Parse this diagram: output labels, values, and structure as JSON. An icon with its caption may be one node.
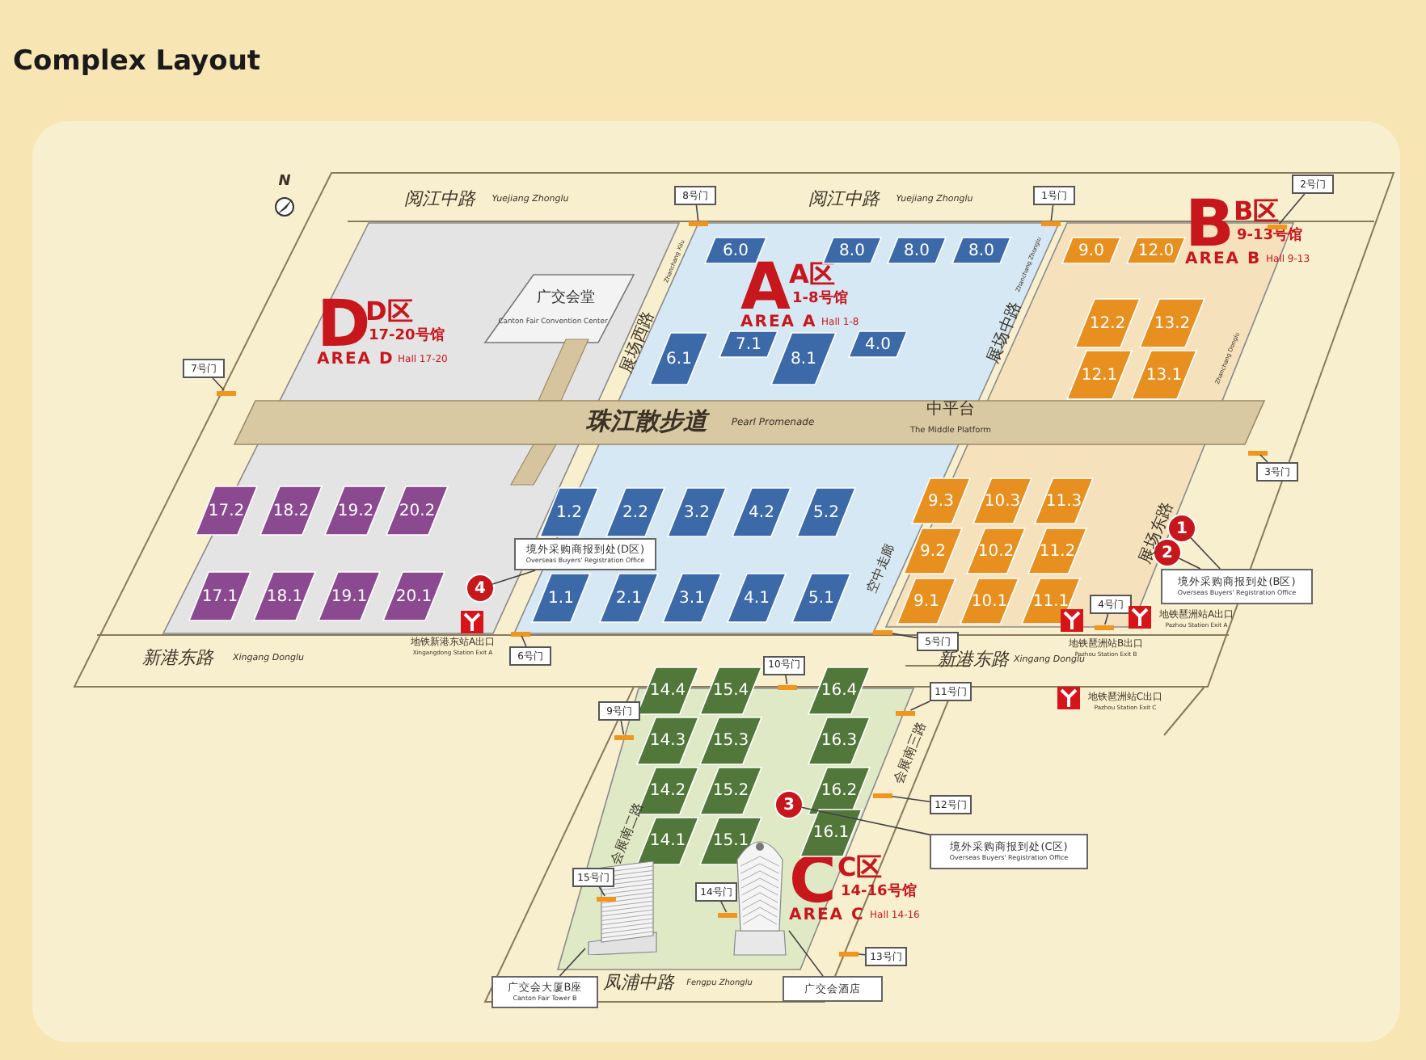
{
  "diagram": {
    "title": "Complex Layout",
    "nodes": [
      {
        "text": [
          "D",
          "D区",
          "17-20号馆",
          "AREA D",
          "Hall 17-20"
        ]
      },
      {
        "text": [
          "广交会堂",
          "Canton Fair Convention Center"
        ],
        "in": 0
      },
      {
        "text": [
          "17.2"
        ],
        "in": 0
      },
      {
        "text": [
          "18.2"
        ],
        "in": 0
      },
      {
        "text": [
          "19.2"
        ],
        "in": 0
      },
      {
        "text": [
          "20.2"
        ],
        "in": 0
      },
      {
        "text": [
          "17.1"
        ],
        "in": 0
      },
      {
        "text": [
          "18.1"
        ],
        "in": 0
      },
      {
        "text": [
          "19.1"
        ],
        "in": 0
      },
      {
        "text": [
          "20.1"
        ],
        "in": 0
      },
      {
        "text": [
          "A",
          "A区",
          "1-8号馆",
          "AREA A",
          "Hall 1-8"
        ]
      },
      {
        "text": [
          "6.0"
        ],
        "in": 10
      },
      {
        "text": [
          "8.0"
        ],
        "in": 10
      },
      {
        "text": [
          "8.0"
        ],
        "in": 10
      },
      {
        "text": [
          "8.0"
        ],
        "in": 10
      },
      {
        "text": [
          "6.1"
        ],
        "in": 10
      },
      {
        "text": [
          "7.1"
        ],
        "in": 10
      },
      {
        "text": [
          "8.1"
        ],
        "in": 10
      },
      {
        "text": [
          "4.0"
        ],
        "in": 10
      },
      {
        "text": [
          "1.2"
        ],
        "in": 10
      },
      {
        "text": [
          "2.2"
        ],
        "in": 10
      },
      {
        "text": [
          "3.2"
        ],
        "in": 10
      },
      {
        "text": [
          "4.2"
        ],
        "in": 10
      },
      {
        "text": [
          "5.2"
        ],
        "in": 10
      },
      {
        "text": [
          "1.1"
        ],
        "in": 10
      },
      {
        "text": [
          "2.1"
        ],
        "in": 10
      },
      {
        "text": [
          "3.1"
        ],
        "in": 10
      },
      {
        "text": [
          "4.1"
        ],
        "in": 10
      },
      {
        "text": [
          "5.1"
        ],
        "in": 10
      },
      {
        "text": [
          "B",
          "B区",
          "9-13号馆",
          "AREA B",
          "Hall 9-13"
        ]
      },
      {
        "text": [
          "9.0"
        ],
        "in": 29
      },
      {
        "text": [
          "12.0"
        ],
        "in": 29
      },
      {
        "text": [
          "12.2"
        ],
        "in": 29
      },
      {
        "text": [
          "13.2"
        ],
        "in": 29
      },
      {
        "text": [
          "12.1"
        ],
        "in": 29
      },
      {
        "text": [
          "13.1"
        ],
        "in": 29
      },
      {
        "text": [
          "9.3"
        ],
        "in": 29
      },
      {
        "text": [
          "10.3"
        ],
        "in": 29
      },
      {
        "text": [
          "11.3"
        ],
        "in": 29
      },
      {
        "text": [
          "9.2"
        ],
        "in": 29
      },
      {
        "text": [
          "10.2"
        ],
        "in": 29
      },
      {
        "text": [
          "11.2"
        ],
        "in": 29
      },
      {
        "text": [
          "9.1"
        ],
        "in": 29
      },
      {
        "text": [
          "10.1"
        ],
        "in": 29
      },
      {
        "text": [
          "11.1"
        ],
        "in": 29
      },
      {
        "text": [
          "C",
          "C区",
          "14-16号馆",
          "AREA C",
          "Hall 14-16"
        ]
      },
      {
        "text": [
          "14.4"
        ],
        "in": 45
      },
      {
        "text": [
          "15.4"
        ],
        "in": 45
      },
      {
        "text": [
          "16.4"
        ],
        "in": 45
      },
      {
        "text": [
          "14.3"
        ],
        "in": 45
      },
      {
        "text": [
          "15.3"
        ],
        "in": 45
      },
      {
        "text": [
          "16.3"
        ],
        "in": 45
      },
      {
        "text": [
          "14.2"
        ],
        "in": 45
      },
      {
        "text": [
          "15.2"
        ],
        "in": 45
      },
      {
        "text": [
          "16.2"
        ],
        "in": 45
      },
      {
        "text": [
          "14.1"
        ],
        "in": 45
      },
      {
        "text": [
          "15.1"
        ],
        "in": 45
      },
      {
        "text": [
          "16.1"
        ],
        "in": 45
      },
      {
        "text": [
          "珠江散步道",
          "Pearl Promenade",
          "中平台",
          "The Middle Platform"
        ]
      },
      {
        "text": [
          "1"
        ],
        "in": 29
      },
      {
        "text": [
          "2"
        ],
        "in": 29
      },
      {
        "text": [
          "境外采购商报到处(B区)",
          "Overseas Buyers' Registration Office"
        ],
        "in": 29
      },
      {
        "text": [
          "4"
        ],
        "in": 0
      },
      {
        "text": [
          "境外采购商报到处(D区)",
          "Overseas Buyers' Registration Office"
        ],
        "in": 10
      },
      {
        "text": [
          "3"
        ],
        "in": 45
      },
      {
        "text": [
          "境外采购商报到处(C区)",
          "Overseas Buyers' Registration Office"
        ]
      },
      {
        "text": [],
        "shape": "picture",
        "in": 45
      },
      {
        "text": [
          "广交会大厦B座",
          "Canton Fair Tower B"
        ]
      },
      {
        "text": [],
        "shape": "picture",
        "in": 45
      },
      {
        "text": [
          "广交会酒店"
        ]
      },
      {
        "text": [
          "8号门"
        ]
      },
      {
        "text": [
          "1号门"
        ]
      },
      {
        "text": [
          "2号门"
        ]
      },
      {
        "text": [
          "7号门"
        ],
        "in": 0
      },
      {
        "text": [
          "3号门"
        ],
        "in": 29
      },
      {
        "text": [
          "6号门"
        ]
      },
      {
        "text": [
          "5号门"
        ]
      },
      {
        "text": [
          "4号门"
        ],
        "in": 29
      },
      {
        "text": [
          "10号门"
        ]
      },
      {
        "text": [
          "9号门"
        ],
        "in": 45
      },
      {
        "text": [
          "11号门"
        ]
      },
      {
        "text": [
          "12号门"
        ]
      },
      {
        "text": [
          "15号门"
        ],
        "in": 45
      },
      {
        "text": [
          "14号门"
        ],
        "in": 45
      },
      {
        "text": [
          "13号门"
        ],
        "in": 45
      },
      {
        "text": [],
        "shape": "bar",
        "in": 10
      },
      {
        "text": [],
        "shape": "bar",
        "in": 10
      },
      {
        "text": [],
        "shape": "bar",
        "in": 29
      },
      {
        "text": [],
        "shape": "bar",
        "in": 0
      },
      {
        "text": [],
        "shape": "bar",
        "in": 29
      },
      {
        "text": [],
        "shape": "bar",
        "in": 29
      },
      {
        "text": [],
        "shape": "bar",
        "in": 10
      },
      {
        "text": [],
        "shape": "bar",
        "in": 10
      },
      {
        "text": [],
        "shape": "bar",
        "in": 45
      },
      {
        "text": [],
        "shape": "bar",
        "in": 45
      },
      {
        "text": [],
        "shape": "bar",
        "in": 45
      },
      {
        "text": [],
        "shape": "bar",
        "in": 45
      },
      {
        "text": [],
        "shape": "bar",
        "in": 45
      },
      {
        "text": [],
        "shape": "bar",
        "in": 45
      },
      {
        "text": [],
        "shape": "bar",
        "in": 45
      }
    ],
    "edges": [
      {
        "from": 61,
        "to": 59,
        "arrow": "none"
      },
      {
        "from": 61,
        "to": 60,
        "arrow": "none"
      },
      {
        "from": 63,
        "to": 62,
        "arrow": "none"
      },
      {
        "from": 65,
        "to": 64,
        "arrow": "none"
      },
      {
        "from": 67,
        "to": 66,
        "arrow": "none"
      },
      {
        "from": 69,
        "to": 68,
        "arrow": "none"
      },
      {
        "from": 70,
        "to": 85,
        "arrow": "none"
      },
      {
        "from": 71,
        "to": 86,
        "arrow": "none"
      },
      {
        "from": 72,
        "to": 87,
        "arrow": "none"
      },
      {
        "from": 73,
        "to": 88,
        "arrow": "none"
      },
      {
        "from": 74,
        "to": 89,
        "arrow": "none"
      },
      {
        "from": 75,
        "to": 91,
        "arrow": "none"
      },
      {
        "from": 76,
        "to": 92,
        "arrow": "none"
      },
      {
        "from": 77,
        "to": 90,
        "arrow": "none"
      },
      {
        "from": 78,
        "to": 93,
        "arrow": "none"
      },
      {
        "from": 79,
        "to": 95,
        "arrow": "none"
      },
      {
        "from": 80,
        "to": 94,
        "arrow": "none"
      },
      {
        "from": 81,
        "to": 96,
        "arrow": "none"
      },
      {
        "from": 82,
        "to": 97,
        "arrow": "none"
      },
      {
        "from": 83,
        "to": 99,
        "arrow": "none"
      },
      {
        "from": 84,
        "to": 98,
        "arrow": "none"
      }
    ],
    "labels": [
      "N",
      "阅江中路",
      "Yuejiang Zhonglu",
      "阅江中路",
      "Yuejiang Zhonglu",
      "展场西路",
      "Zhanchang Xilu",
      "展场中路",
      "Zhanchang Zhonglu",
      "展场东路",
      "Zhanchang Donglu",
      "空中走廊",
      "新港东路",
      "Xingang Donglu",
      "地铁新港东站A出口",
      "Xingangdong Station Exit A",
      "地铁琶洲站A出口",
      "Pazhou Station Exit A",
      "地铁琶洲站B出口",
      "Pazhou Station Exit B",
      "新港东路",
      "Xingang Donglu",
      "地铁琶洲站C出口",
      "Pazhou Station Exit C",
      "会展南三路",
      "会展南二路",
      "凤浦中路",
      "Fengpu Zhonglu"
    ]
  }
}
